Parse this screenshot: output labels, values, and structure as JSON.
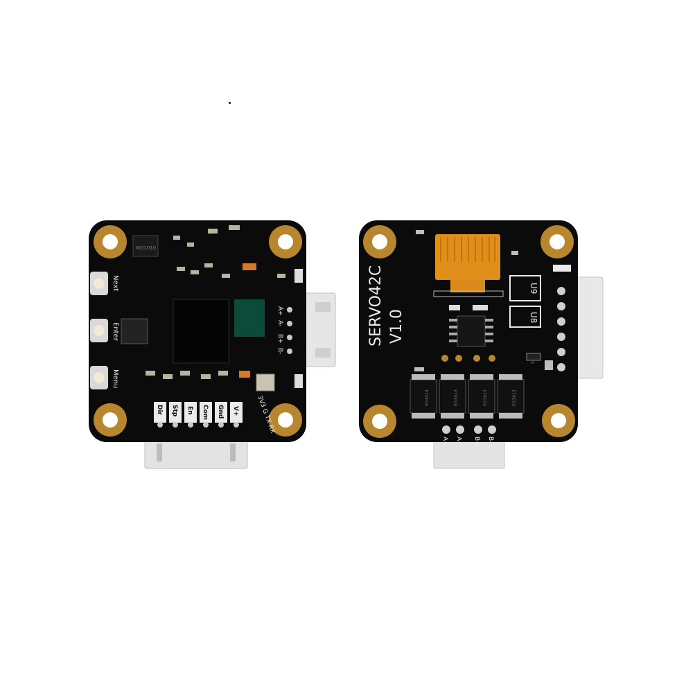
{
  "left_board": {
    "buttons": [
      "Next",
      "Enter",
      "Menu"
    ],
    "pin_labels": [
      "Dir",
      "Stp",
      "En",
      "Com",
      "Gnd",
      "V+"
    ],
    "motor_labels": [
      "A+",
      "A-",
      "B+",
      "B-"
    ],
    "uart_label": "3V3 G TX RX",
    "chip_marking": "MD1010"
  },
  "right_board": {
    "title": "SERVO42C",
    "version": "V1.0",
    "ic_labels": [
      "U9",
      "U8"
    ],
    "driver_marking": "EG3013",
    "motor_labels": [
      "A+",
      "A-",
      "B+",
      "B-"
    ],
    "resistor_marking": "434"
  },
  "colors": {
    "pcb": "#0b0b0b",
    "silkscreen": "#eaeaea",
    "connector": "#e6e6e6",
    "gold_pad": "#b8862f",
    "oled_flex": "#e0901a"
  }
}
